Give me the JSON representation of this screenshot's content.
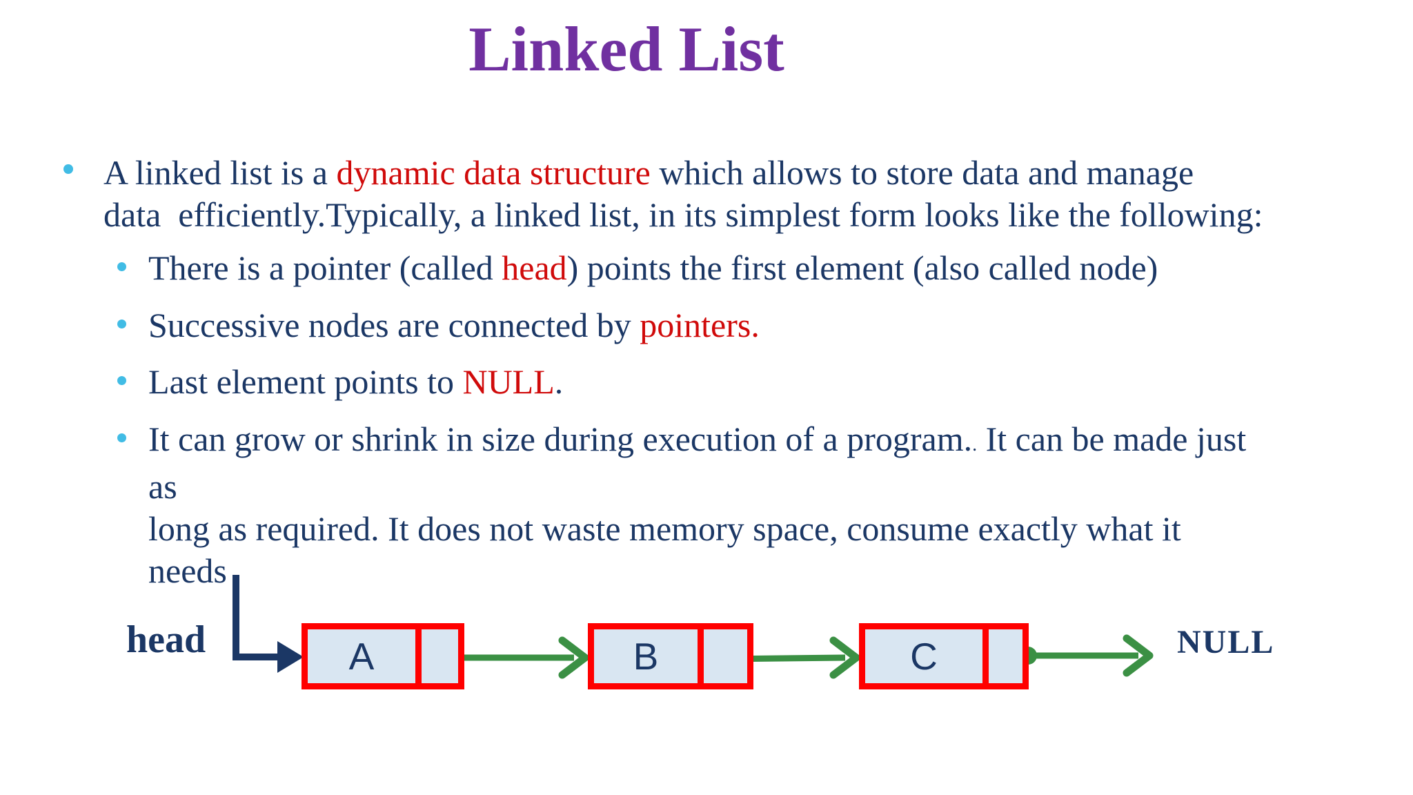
{
  "title": "Linked List",
  "colors": {
    "title": "#7030A0",
    "body": "#1B3765",
    "accent_red": "#D00A0A",
    "bullet_dot": "#41BCE5",
    "node_border": "#FF0000",
    "node_fill": "#D9E6F2",
    "arrow_green": "#3B9044",
    "arrow_navy": "#1B3765"
  },
  "content": {
    "main_bullet": {
      "segments": [
        {
          "text": "A linked list is a ",
          "style": "navy"
        },
        {
          "text": "dynamic data structure",
          "style": "red"
        },
        {
          "text": " which allows to store data and manage\ndata  efficiently.Typically, a linked list, in its simplest form looks like the following:",
          "style": "navy"
        }
      ]
    },
    "sub_bullets": [
      {
        "segments": [
          {
            "text": "There is a pointer (called ",
            "style": "navy"
          },
          {
            "text": "head",
            "style": "red"
          },
          {
            "text": ") points the first element (also called node)",
            "style": "navy"
          }
        ]
      },
      {
        "segments": [
          {
            "text": "Successive nodes are connected by ",
            "style": "navy"
          },
          {
            "text": "pointers.",
            "style": "red"
          }
        ]
      },
      {
        "segments": [
          {
            "text": "Last element points to ",
            "style": "navy"
          },
          {
            "text": "NULL",
            "style": "red"
          },
          {
            "text": ".",
            "style": "navy"
          }
        ]
      },
      {
        "segments": [
          {
            "text": "It can grow or shrink in size during execution of a program.",
            "style": "navy"
          },
          {
            "text": ".",
            "style": "navy-small"
          },
          {
            "text": " It can be made just\nas\nlong as required. It does not waste memory space, consume exactly what it\nneeds",
            "style": "navy"
          }
        ]
      }
    ]
  },
  "diagram": {
    "head_label": "head",
    "null_label": "NULL",
    "nodes": [
      {
        "label": "A"
      },
      {
        "label": "B"
      },
      {
        "label": "C"
      }
    ]
  }
}
